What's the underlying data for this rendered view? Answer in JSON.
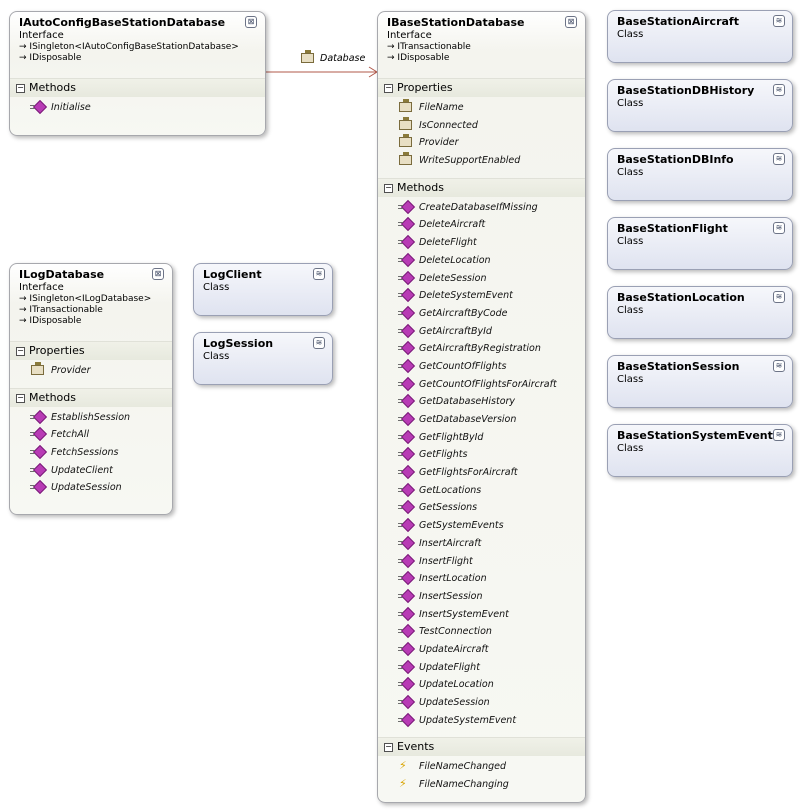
{
  "boxes": {
    "auto": {
      "title": "IAutoConfigBaseStationDatabase",
      "stereotype": "Interface",
      "inherits": [
        "ISingleton<IAutoConfigBaseStationDatabase>",
        "IDisposable"
      ],
      "sections": [
        {
          "label": "Methods",
          "items": [
            {
              "name": "Initialise",
              "kind": "method"
            }
          ]
        }
      ]
    },
    "basedb": {
      "title": "IBaseStationDatabase",
      "stereotype": "Interface",
      "inherits": [
        "ITransactionable",
        "IDisposable"
      ],
      "sections": [
        {
          "label": "Properties",
          "items": [
            {
              "name": "FileName",
              "kind": "prop"
            },
            {
              "name": "IsConnected",
              "kind": "prop"
            },
            {
              "name": "Provider",
              "kind": "prop"
            },
            {
              "name": "WriteSupportEnabled",
              "kind": "prop"
            }
          ]
        },
        {
          "label": "Methods",
          "items": [
            {
              "name": "CreateDatabaseIfMissing",
              "kind": "method"
            },
            {
              "name": "DeleteAircraft",
              "kind": "method"
            },
            {
              "name": "DeleteFlight",
              "kind": "method"
            },
            {
              "name": "DeleteLocation",
              "kind": "method"
            },
            {
              "name": "DeleteSession",
              "kind": "method"
            },
            {
              "name": "DeleteSystemEvent",
              "kind": "method"
            },
            {
              "name": "GetAircraftByCode",
              "kind": "method"
            },
            {
              "name": "GetAircraftById",
              "kind": "method"
            },
            {
              "name": "GetAircraftByRegistration",
              "kind": "method"
            },
            {
              "name": "GetCountOfFlights",
              "kind": "method"
            },
            {
              "name": "GetCountOfFlightsForAircraft",
              "kind": "method"
            },
            {
              "name": "GetDatabaseHistory",
              "kind": "method"
            },
            {
              "name": "GetDatabaseVersion",
              "kind": "method"
            },
            {
              "name": "GetFlightById",
              "kind": "method"
            },
            {
              "name": "GetFlights",
              "kind": "method"
            },
            {
              "name": "GetFlightsForAircraft",
              "kind": "method"
            },
            {
              "name": "GetLocations",
              "kind": "method"
            },
            {
              "name": "GetSessions",
              "kind": "method"
            },
            {
              "name": "GetSystemEvents",
              "kind": "method"
            },
            {
              "name": "InsertAircraft",
              "kind": "method"
            },
            {
              "name": "InsertFlight",
              "kind": "method"
            },
            {
              "name": "InsertLocation",
              "kind": "method"
            },
            {
              "name": "InsertSession",
              "kind": "method"
            },
            {
              "name": "InsertSystemEvent",
              "kind": "method"
            },
            {
              "name": "TestConnection",
              "kind": "method"
            },
            {
              "name": "UpdateAircraft",
              "kind": "method"
            },
            {
              "name": "UpdateFlight",
              "kind": "method"
            },
            {
              "name": "UpdateLocation",
              "kind": "method"
            },
            {
              "name": "UpdateSession",
              "kind": "method"
            },
            {
              "name": "UpdateSystemEvent",
              "kind": "method"
            }
          ]
        },
        {
          "label": "Events",
          "items": [
            {
              "name": "FileNameChanged",
              "kind": "event"
            },
            {
              "name": "FileNameChanging",
              "kind": "event"
            }
          ]
        }
      ]
    },
    "logdb": {
      "title": "ILogDatabase",
      "stereotype": "Interface",
      "inherits": [
        "ISingleton<ILogDatabase>",
        "ITransactionable",
        "IDisposable"
      ],
      "sections": [
        {
          "label": "Properties",
          "items": [
            {
              "name": "Provider",
              "kind": "prop"
            }
          ]
        },
        {
          "label": "Methods",
          "items": [
            {
              "name": "EstablishSession",
              "kind": "method"
            },
            {
              "name": "FetchAll",
              "kind": "method"
            },
            {
              "name": "FetchSessions",
              "kind": "method"
            },
            {
              "name": "UpdateClient",
              "kind": "method"
            },
            {
              "name": "UpdateSession",
              "kind": "method"
            }
          ]
        }
      ]
    },
    "logclient": {
      "title": "LogClient",
      "stereotype": "Class"
    },
    "logsession": {
      "title": "LogSession",
      "stereotype": "Class"
    },
    "bsaircraft": {
      "title": "BaseStationAircraft",
      "stereotype": "Class"
    },
    "bsdbhistory": {
      "title": "BaseStationDBHistory",
      "stereotype": "Class"
    },
    "bsdbinfo": {
      "title": "BaseStationDBInfo",
      "stereotype": "Class"
    },
    "bsflight": {
      "title": "BaseStationFlight",
      "stereotype": "Class"
    },
    "bslocation": {
      "title": "BaseStationLocation",
      "stereotype": "Class"
    },
    "bssession": {
      "title": "BaseStationSession",
      "stereotype": "Class"
    },
    "bssystemevents": {
      "title": "BaseStationSystemEvents",
      "stereotype": "Class"
    }
  },
  "association": {
    "label": "Database"
  },
  "glyphs": {
    "collapse": "⊠",
    "expand": "≋",
    "section": "−",
    "inherit": "→"
  },
  "colors": {
    "method_icon": "#b83bb5",
    "event_icon": "#d9a400",
    "connector": "#b0584a",
    "class_fill": "#dfe3f0"
  }
}
